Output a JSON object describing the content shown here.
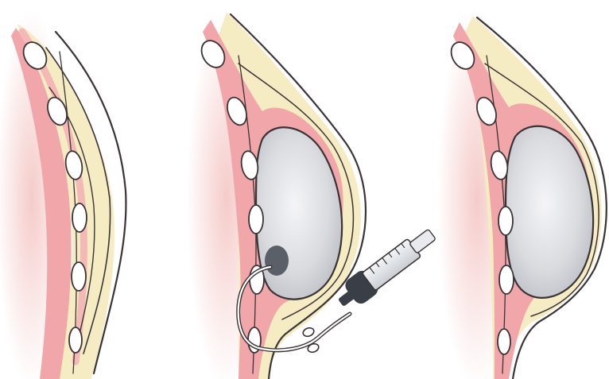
{
  "figure": {
    "panels": [
      {
        "id": "before",
        "ribs": 6
      },
      {
        "id": "expander-injection",
        "ribs": 6
      },
      {
        "id": "after-implant",
        "ribs": 6
      }
    ],
    "colors": {
      "background": "#ffffff",
      "chest_wall_glow": "#f7d6d3",
      "muscle": "#f1a6a9",
      "muscle_light": "#f6c3c2",
      "fat": "#f5ecc4",
      "skin_outline": "#3b3436",
      "rib_fill": "#ffffff",
      "implant_fill": "#cfd1d5",
      "implant_highlight": "#f3f3f5",
      "port": "#5a5f68",
      "syringe_dark": "#3a3f47",
      "syringe_barrel": "#dfe2e6"
    },
    "icons": [
      "rib-shape",
      "tissue-expander",
      "injection-port",
      "syringe",
      "tubing"
    ]
  }
}
